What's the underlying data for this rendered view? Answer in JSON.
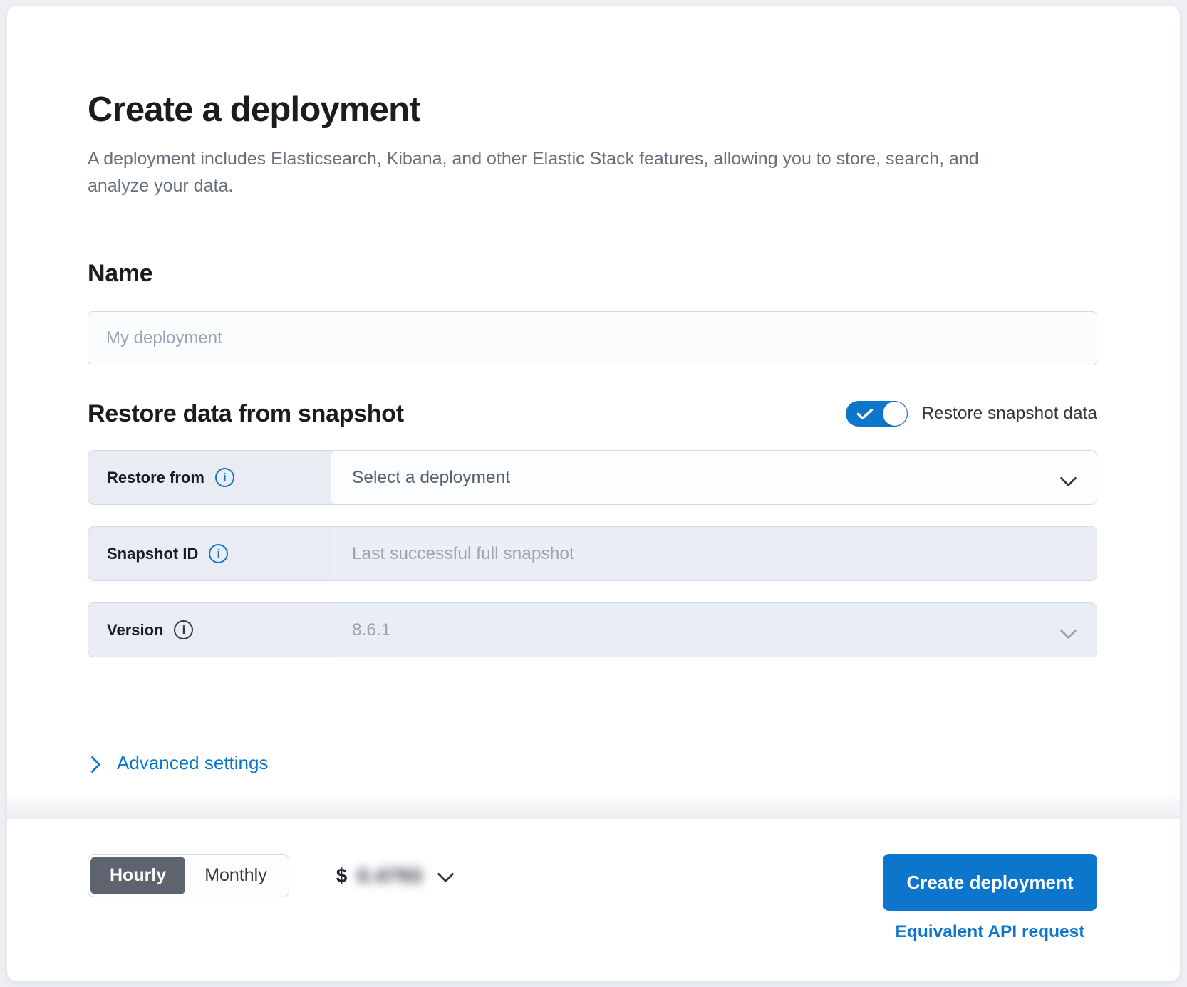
{
  "page": {
    "title": "Create a deployment",
    "subtitle": "A deployment includes Elasticsearch, Kibana, and other Elastic Stack features, allowing you to store, search, and analyze your data."
  },
  "name_section": {
    "heading": "Name",
    "input_placeholder": "My deployment",
    "input_value": ""
  },
  "restore_section": {
    "heading": "Restore data from snapshot",
    "toggle_label": "Restore snapshot data",
    "toggle_state": "on",
    "rows": [
      {
        "label": "Restore from",
        "icon": "i-in-circle-icon",
        "value": "Select a deployment",
        "control": "select",
        "disabled": false
      },
      {
        "label": "Snapshot ID",
        "icon": "i-in-circle-icon",
        "placeholder": "Last successful full snapshot",
        "control": "text-input",
        "disabled": true
      },
      {
        "label": "Version",
        "icon": "i-in-circle-icon",
        "value": "8.6.1",
        "control": "select",
        "disabled": true
      }
    ],
    "advanced_settings_label": "Advanced settings"
  },
  "footer": {
    "billing": {
      "hourly_label": "Hourly",
      "monthly_label": "Monthly",
      "selected": "Hourly"
    },
    "price": {
      "currency": "$",
      "value": "0.4793",
      "blurred": true
    },
    "create_button_label": "Create deployment",
    "api_request_label": "Equivalent API request"
  },
  "icons": {
    "info": "i-in-circle",
    "chevron_down": "chevron-down",
    "chevron_right": "chevron-right",
    "check": "checkmark"
  },
  "colors": {
    "primary_blue": "#0b76cb",
    "selected_group_fill": "#5e646f",
    "page_background": "#edeff3",
    "card_background": "#ffffff",
    "label_cell_background": "#e9edf3",
    "disabled_field_background": "#ebeff5",
    "border": "#d3dae6",
    "heading_text": "#1a1c21",
    "body_text": "#69707d",
    "muted_text": "#9aa4b5"
  }
}
